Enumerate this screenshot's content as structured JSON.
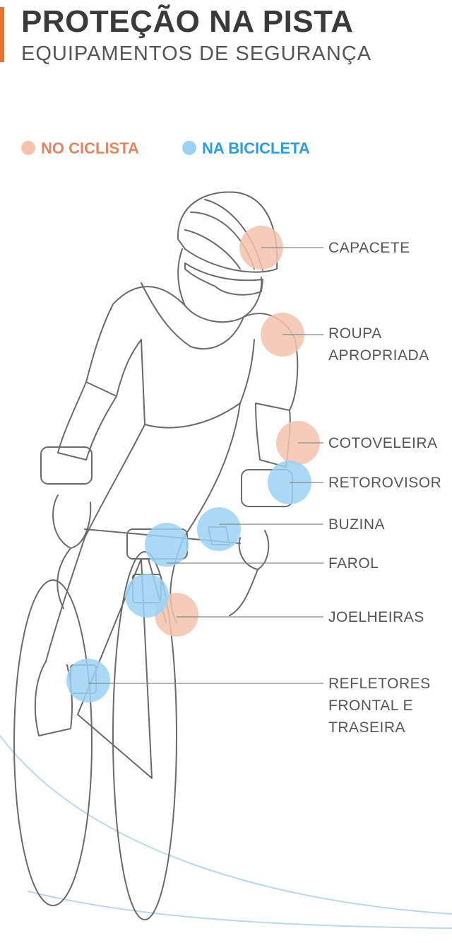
{
  "header": {
    "title": "PROTEÇÃO NA PISTA",
    "subtitle": "EQUIPAMENTOS DE SEGURANÇA"
  },
  "legend": {
    "rider": "NO CICLISTA",
    "bike": "NA BICICLETA"
  },
  "colors": {
    "accent": "#e8722c",
    "rider": "#f3c3ad",
    "rider_text": "#e2865f",
    "bike": "#9bd2f5",
    "bike_text": "#2a9ee0",
    "line": "#777777",
    "label": "#555555"
  },
  "labels": {
    "capacete": "CAPACETE",
    "roupa": "ROUPA\nAPROPRIADA",
    "cotoveleira": "COTOVELEIRA",
    "retorovisor": "RETOROVISOR",
    "buzina": "BUZINA",
    "farol": "FAROL",
    "joelheiras": "JOELHEIRAS",
    "refletores": "REFLETORES\nFRONTAL E\nTRASEIRA"
  }
}
